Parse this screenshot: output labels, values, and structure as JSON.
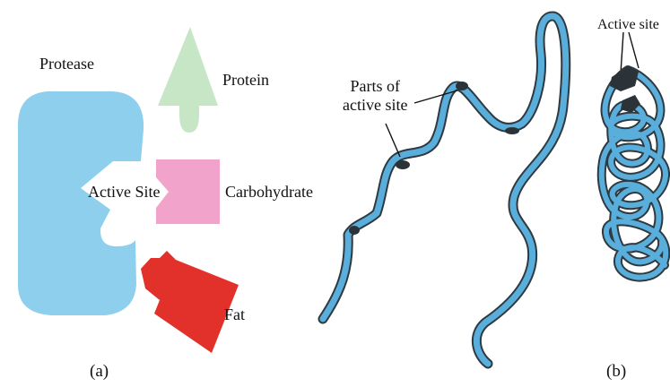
{
  "panel_a": {
    "protease_label": "Protease",
    "active_site_label": "Active Site",
    "protein_label": "Protein",
    "carbohydrate_label": "Carbohydrate",
    "fat_label": "Fat",
    "caption": "(a)"
  },
  "panel_b": {
    "parts_label_line1": "Parts of",
    "parts_label_line2": "active site",
    "active_site_label": "Active site",
    "caption": "(b)"
  },
  "colors": {
    "protease": "#8fcfee",
    "protein": "#c7e6c5",
    "carbohydrate": "#f2a3cb",
    "fat": "#e2302a",
    "chain_fill": "#5aaedb",
    "chain_outline": "#2f3a40",
    "active_patch": "#2b3338"
  }
}
